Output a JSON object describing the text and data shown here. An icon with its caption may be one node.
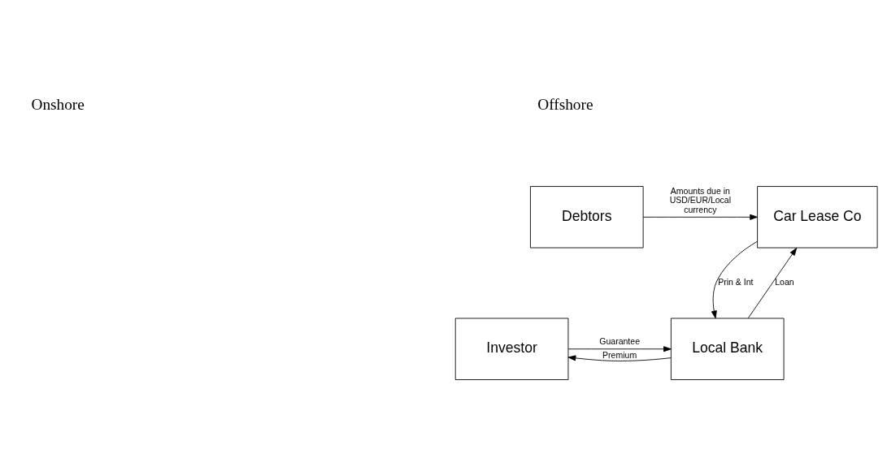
{
  "diagram": {
    "nodes": [
      {
        "text": [
          "Debtors"
        ]
      },
      {
        "text": [
          "Car Lease Co"
        ]
      },
      {
        "text": [
          "Local Bank"
        ]
      },
      {
        "text": [
          "Investor"
        ]
      }
    ],
    "edges": [
      {
        "from": 0,
        "to": 1,
        "arrow": "to",
        "label": "Amounts due in USD/EUR/Local currency"
      },
      {
        "from": 1,
        "to": 2,
        "arrow": "to",
        "label": "Prin & Int"
      },
      {
        "from": 2,
        "to": 1,
        "arrow": "to",
        "label": "Loan"
      },
      {
        "from": 3,
        "to": 2,
        "arrow": "to",
        "label": "Guarantee"
      },
      {
        "from": 2,
        "to": 3,
        "arrow": "to",
        "label": "Premium"
      }
    ],
    "labels": [
      "Onshore",
      "Offshore"
    ]
  }
}
